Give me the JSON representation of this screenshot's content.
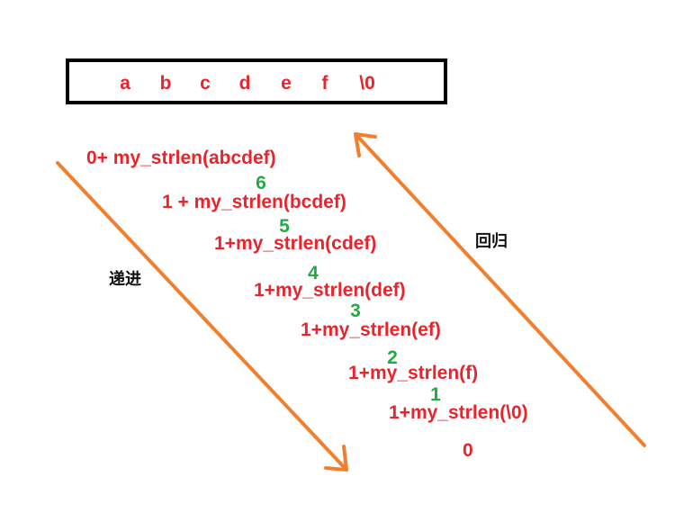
{
  "string_chars": [
    "a",
    "b",
    "c",
    "d",
    "e",
    "f",
    "\\0"
  ],
  "calls": [
    "0+ my_strlen(abcdef)",
    "1 + my_strlen(bcdef)",
    "1+my_strlen(cdef)",
    "1+my_strlen(def)",
    "1+my_strlen(ef)",
    "1+my_strlen(f)",
    "1+my_strlen(\\0)",
    "0"
  ],
  "returns": [
    "6",
    "5",
    "4",
    "3",
    "2",
    "1"
  ],
  "labels": {
    "recurse": "递进",
    "return": "回归"
  },
  "colors": {
    "call_text": "#e8242c",
    "return_value": "#22aa44",
    "arrow": "#f08030",
    "box_border": "#000000"
  }
}
